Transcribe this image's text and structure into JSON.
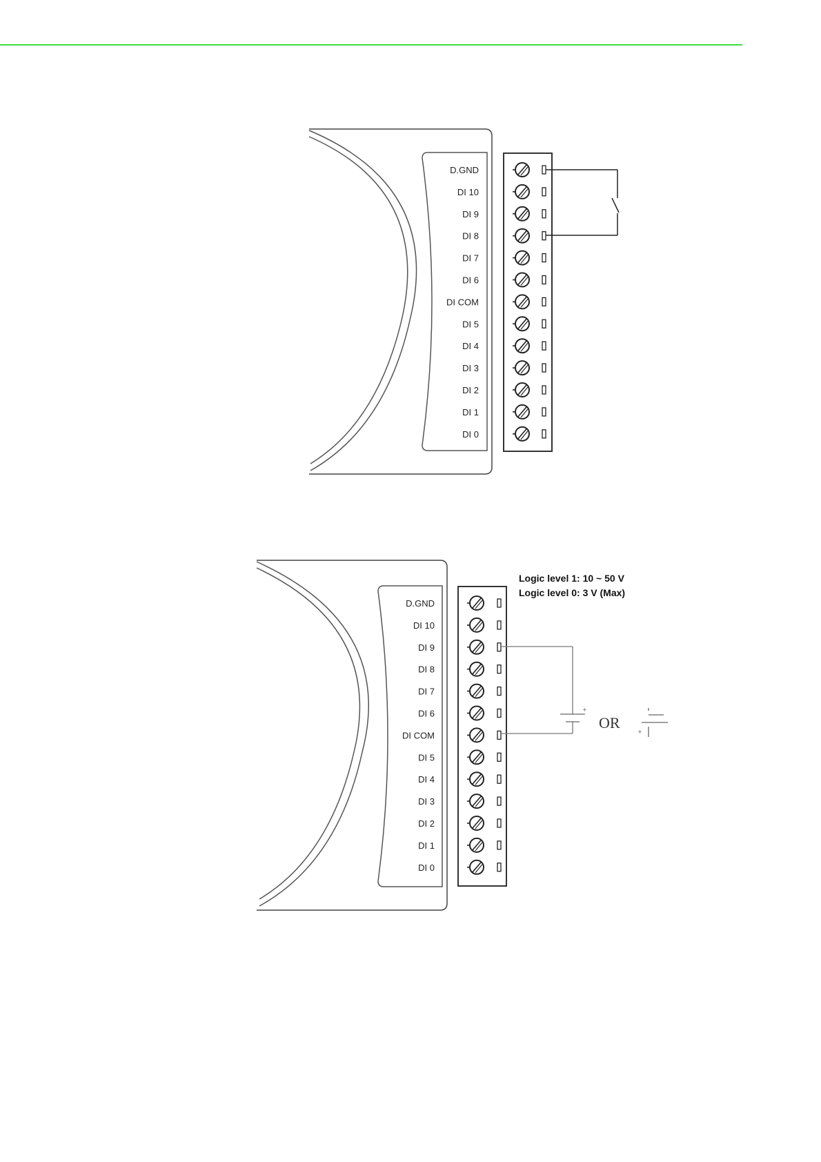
{
  "pin_labels": [
    "D.GND",
    "DI 10",
    "DI 9",
    "DI 8",
    "DI 7",
    "DI 6",
    "DI COM",
    "DI 5",
    "DI 4",
    "DI 3",
    "DI 2",
    "DI 1",
    "DI 0"
  ],
  "diagram_dry_contact": {
    "switch_between": [
      "D.GND",
      "DI 8"
    ]
  },
  "diagram_wet_contact": {
    "logic_level_1": "Logic level 1: 10 ~ 50 V",
    "logic_level_0": "Logic level 0: 3 V (Max)",
    "source_between": [
      "DI 9",
      "DI COM"
    ],
    "or_label": "OR"
  },
  "colors": {
    "header_rule": "#3ddc3d",
    "outline": "#333333"
  }
}
